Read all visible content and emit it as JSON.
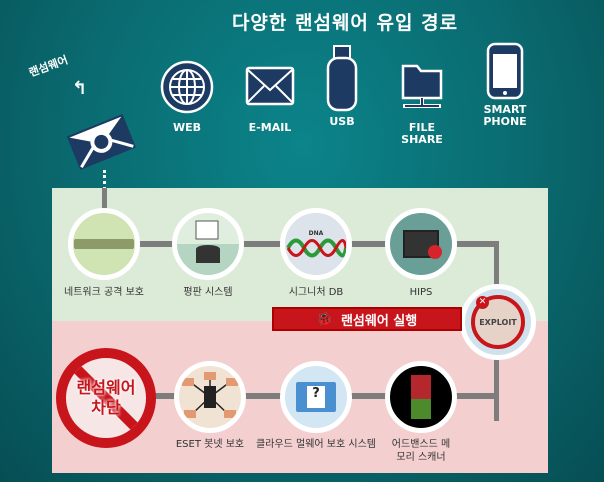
{
  "title": "다양한 랜섬웨어 유입 경로",
  "ransomware_tag": "랜섬웨어",
  "sources": [
    {
      "label": "WEB",
      "icon": "globe-icon"
    },
    {
      "label": "E-MAIL",
      "icon": "envelope-icon"
    },
    {
      "label": "USB",
      "icon": "usb-icon"
    },
    {
      "label": "FILE SHARE",
      "icon": "file-share-icon"
    },
    {
      "label": "SMART PHONE",
      "icon": "smartphone-icon"
    }
  ],
  "steps_top": [
    {
      "label": "네트워크 공격 보호"
    },
    {
      "label": "평판 시스템"
    },
    {
      "label": "시그니처 DB",
      "dna": "DNA"
    },
    {
      "label": "HIPS"
    }
  ],
  "exploit": "EXPLOIT",
  "banner": "랜섬웨어 실행",
  "steps_bottom": [
    {
      "label": "ESET 봇넷 보호"
    },
    {
      "label": "클라우드 멀웨어 보호 시스템"
    },
    {
      "label": "어드밴스드 메모리 스캐너"
    }
  ],
  "blocked": "랜섬웨어 차단",
  "colors": {
    "teal": "#0a6c71",
    "navy": "#1d3a63",
    "red": "#c8151c",
    "green_zone": "#dcebd7",
    "red_zone": "#f3cfd0"
  }
}
